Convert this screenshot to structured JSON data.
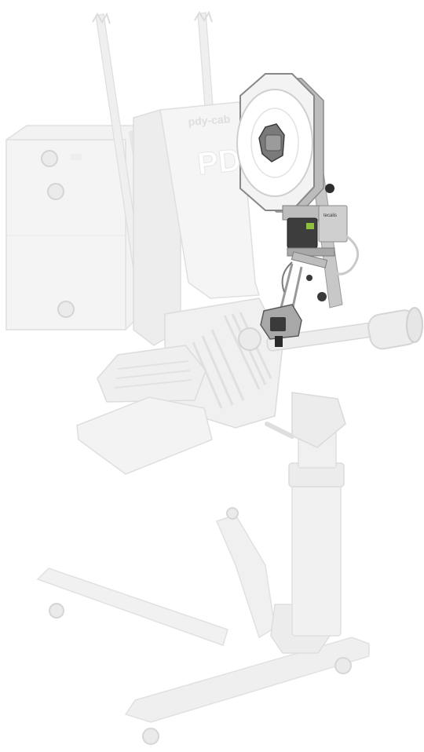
{
  "product": {
    "brand_text": "pdy-cab",
    "model_text": "PDCA",
    "module_label": "tecalis"
  },
  "colors": {
    "background": "#ffffff",
    "ghost_light": "#f2f2f2",
    "ghost_mid": "#e4e4e4",
    "ghost_edge": "#d9d9d9",
    "applicator_light": "#d8d8d8",
    "applicator_dark": "#4a4a4a",
    "applicator_black": "#262626",
    "reel_face": "#eeeeee"
  }
}
